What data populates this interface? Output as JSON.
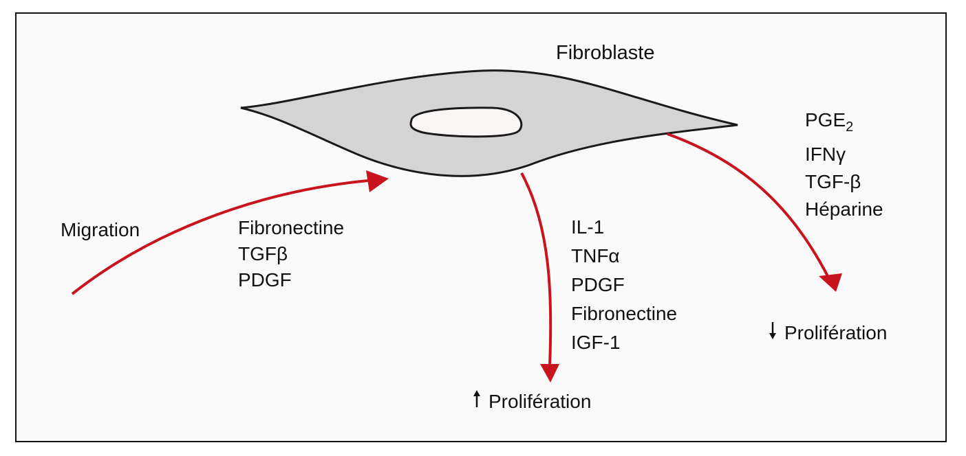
{
  "diagram": {
    "title": "Fibroblaste",
    "migration_label": "Migration",
    "migration_factors": [
      "Fibronectine",
      "TGFβ",
      "PDGF"
    ],
    "proliferation_up_factors": [
      "IL-1",
      "TNFα",
      "PDGF",
      "Fibronectine",
      "IGF-1"
    ],
    "proliferation_up_label": "Prolifération",
    "proliferation_down_factors": {
      "pge_base": "PGE",
      "pge_sub": "2",
      "others": [
        "IFNγ",
        "TGF-β",
        "Héparine"
      ]
    },
    "proliferation_down_label": "Prolifération",
    "colors": {
      "arrow": "#c8141e",
      "cell_fill": "#d4d4d4",
      "cell_stroke": "#1a1a1a",
      "nucleus_fill": "#fbf6f6"
    }
  }
}
